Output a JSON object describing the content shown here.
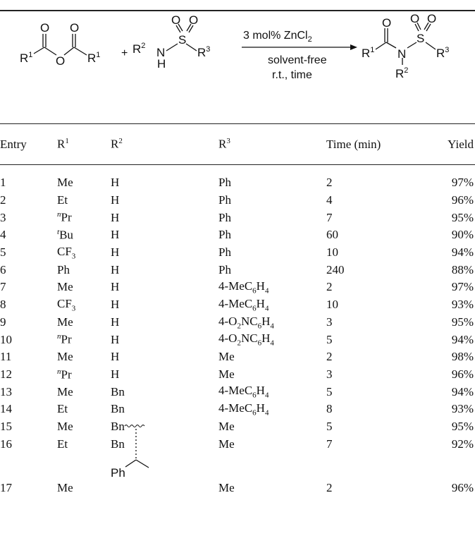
{
  "scheme": {
    "reagent_top": "3 mol% ZnCl",
    "reagent_top_sub": "2",
    "condition1": "solvent-free",
    "condition2": "r.t., time",
    "plus": "+",
    "o": "O",
    "n": "N",
    "s": "S",
    "h": "H",
    "r": "R",
    "sup1": "1",
    "sup2": "2",
    "sup3": "3"
  },
  "table": {
    "headers": {
      "entry": "Entry",
      "r1": "R",
      "r1_sup": "1",
      "r2": "R",
      "r2_sup": "2",
      "r3": "R",
      "r3_sup": "3",
      "time": "Time (min)",
      "yield": "Yield"
    },
    "rows": [
      {
        "entry": "1",
        "r1_pre": "",
        "r1": "Me",
        "r1_sub": "",
        "r2": "H",
        "r3": "Ph",
        "time": "2",
        "yield": "97%"
      },
      {
        "entry": "2",
        "r1_pre": "",
        "r1": "Et",
        "r1_sub": "",
        "r2": "H",
        "r3": "Ph",
        "time": "4",
        "yield": "96%"
      },
      {
        "entry": "3",
        "r1_pre": "n",
        "r1": "Pr",
        "r1_sub": "",
        "r2": "H",
        "r3": "Ph",
        "time": "7",
        "yield": "95%"
      },
      {
        "entry": "4",
        "r1_pre": "t",
        "r1": "Bu",
        "r1_sub": "",
        "r2": "H",
        "r3": "Ph",
        "time": "60",
        "yield": "90%"
      },
      {
        "entry": "5",
        "r1_pre": "",
        "r1": "CF",
        "r1_sub": "3",
        "r2": "H",
        "r3": "Ph",
        "time": "10",
        "yield": "94%"
      },
      {
        "entry": "6",
        "r1_pre": "",
        "r1": "Ph",
        "r1_sub": "",
        "r2": "H",
        "r3": "Ph",
        "time": "240",
        "yield": "88%"
      },
      {
        "entry": "7",
        "r1_pre": "",
        "r1": "Me",
        "r1_sub": "",
        "r2": "H",
        "r3": "4-MeC6H4",
        "time": "2",
        "yield": "97%"
      },
      {
        "entry": "8",
        "r1_pre": "",
        "r1": "CF",
        "r1_sub": "3",
        "r2": "H",
        "r3": "4-MeC6H4",
        "time": "10",
        "yield": "93%"
      },
      {
        "entry": "9",
        "r1_pre": "",
        "r1": "Me",
        "r1_sub": "",
        "r2": "H",
        "r3": "4-O2NC6H4",
        "time": "3",
        "yield": "95%"
      },
      {
        "entry": "10",
        "r1_pre": "n",
        "r1": "Pr",
        "r1_sub": "",
        "r2": "H",
        "r3": "4-O2NC6H4",
        "time": "5",
        "yield": "94%"
      },
      {
        "entry": "11",
        "r1_pre": "",
        "r1": "Me",
        "r1_sub": "",
        "r2": "H",
        "r3": "Me",
        "time": "2",
        "yield": "98%"
      },
      {
        "entry": "12",
        "r1_pre": "n",
        "r1": "Pr",
        "r1_sub": "",
        "r2": "H",
        "r3": "Me",
        "time": "3",
        "yield": "96%"
      },
      {
        "entry": "13",
        "r1_pre": "",
        "r1": "Me",
        "r1_sub": "",
        "r2": "Bn",
        "r3": "4-MeC6H4",
        "time": "5",
        "yield": "94%"
      },
      {
        "entry": "14",
        "r1_pre": "",
        "r1": "Et",
        "r1_sub": "",
        "r2": "Bn",
        "r3": "4-MeC6H4",
        "time": "8",
        "yield": "93%"
      },
      {
        "entry": "15",
        "r1_pre": "",
        "r1": "Me",
        "r1_sub": "",
        "r2": "Bn",
        "r3": "Me",
        "time": "5",
        "yield": "95%"
      },
      {
        "entry": "16",
        "r1_pre": "",
        "r1": "Et",
        "r1_sub": "",
        "r2": "Bn",
        "r3": "Me",
        "time": "7",
        "yield": "92%"
      }
    ],
    "last_row": {
      "entry": "17",
      "r1": "Me",
      "r2_label": "Ph",
      "r3": "Me",
      "time": "2",
      "yield": "96%"
    }
  }
}
